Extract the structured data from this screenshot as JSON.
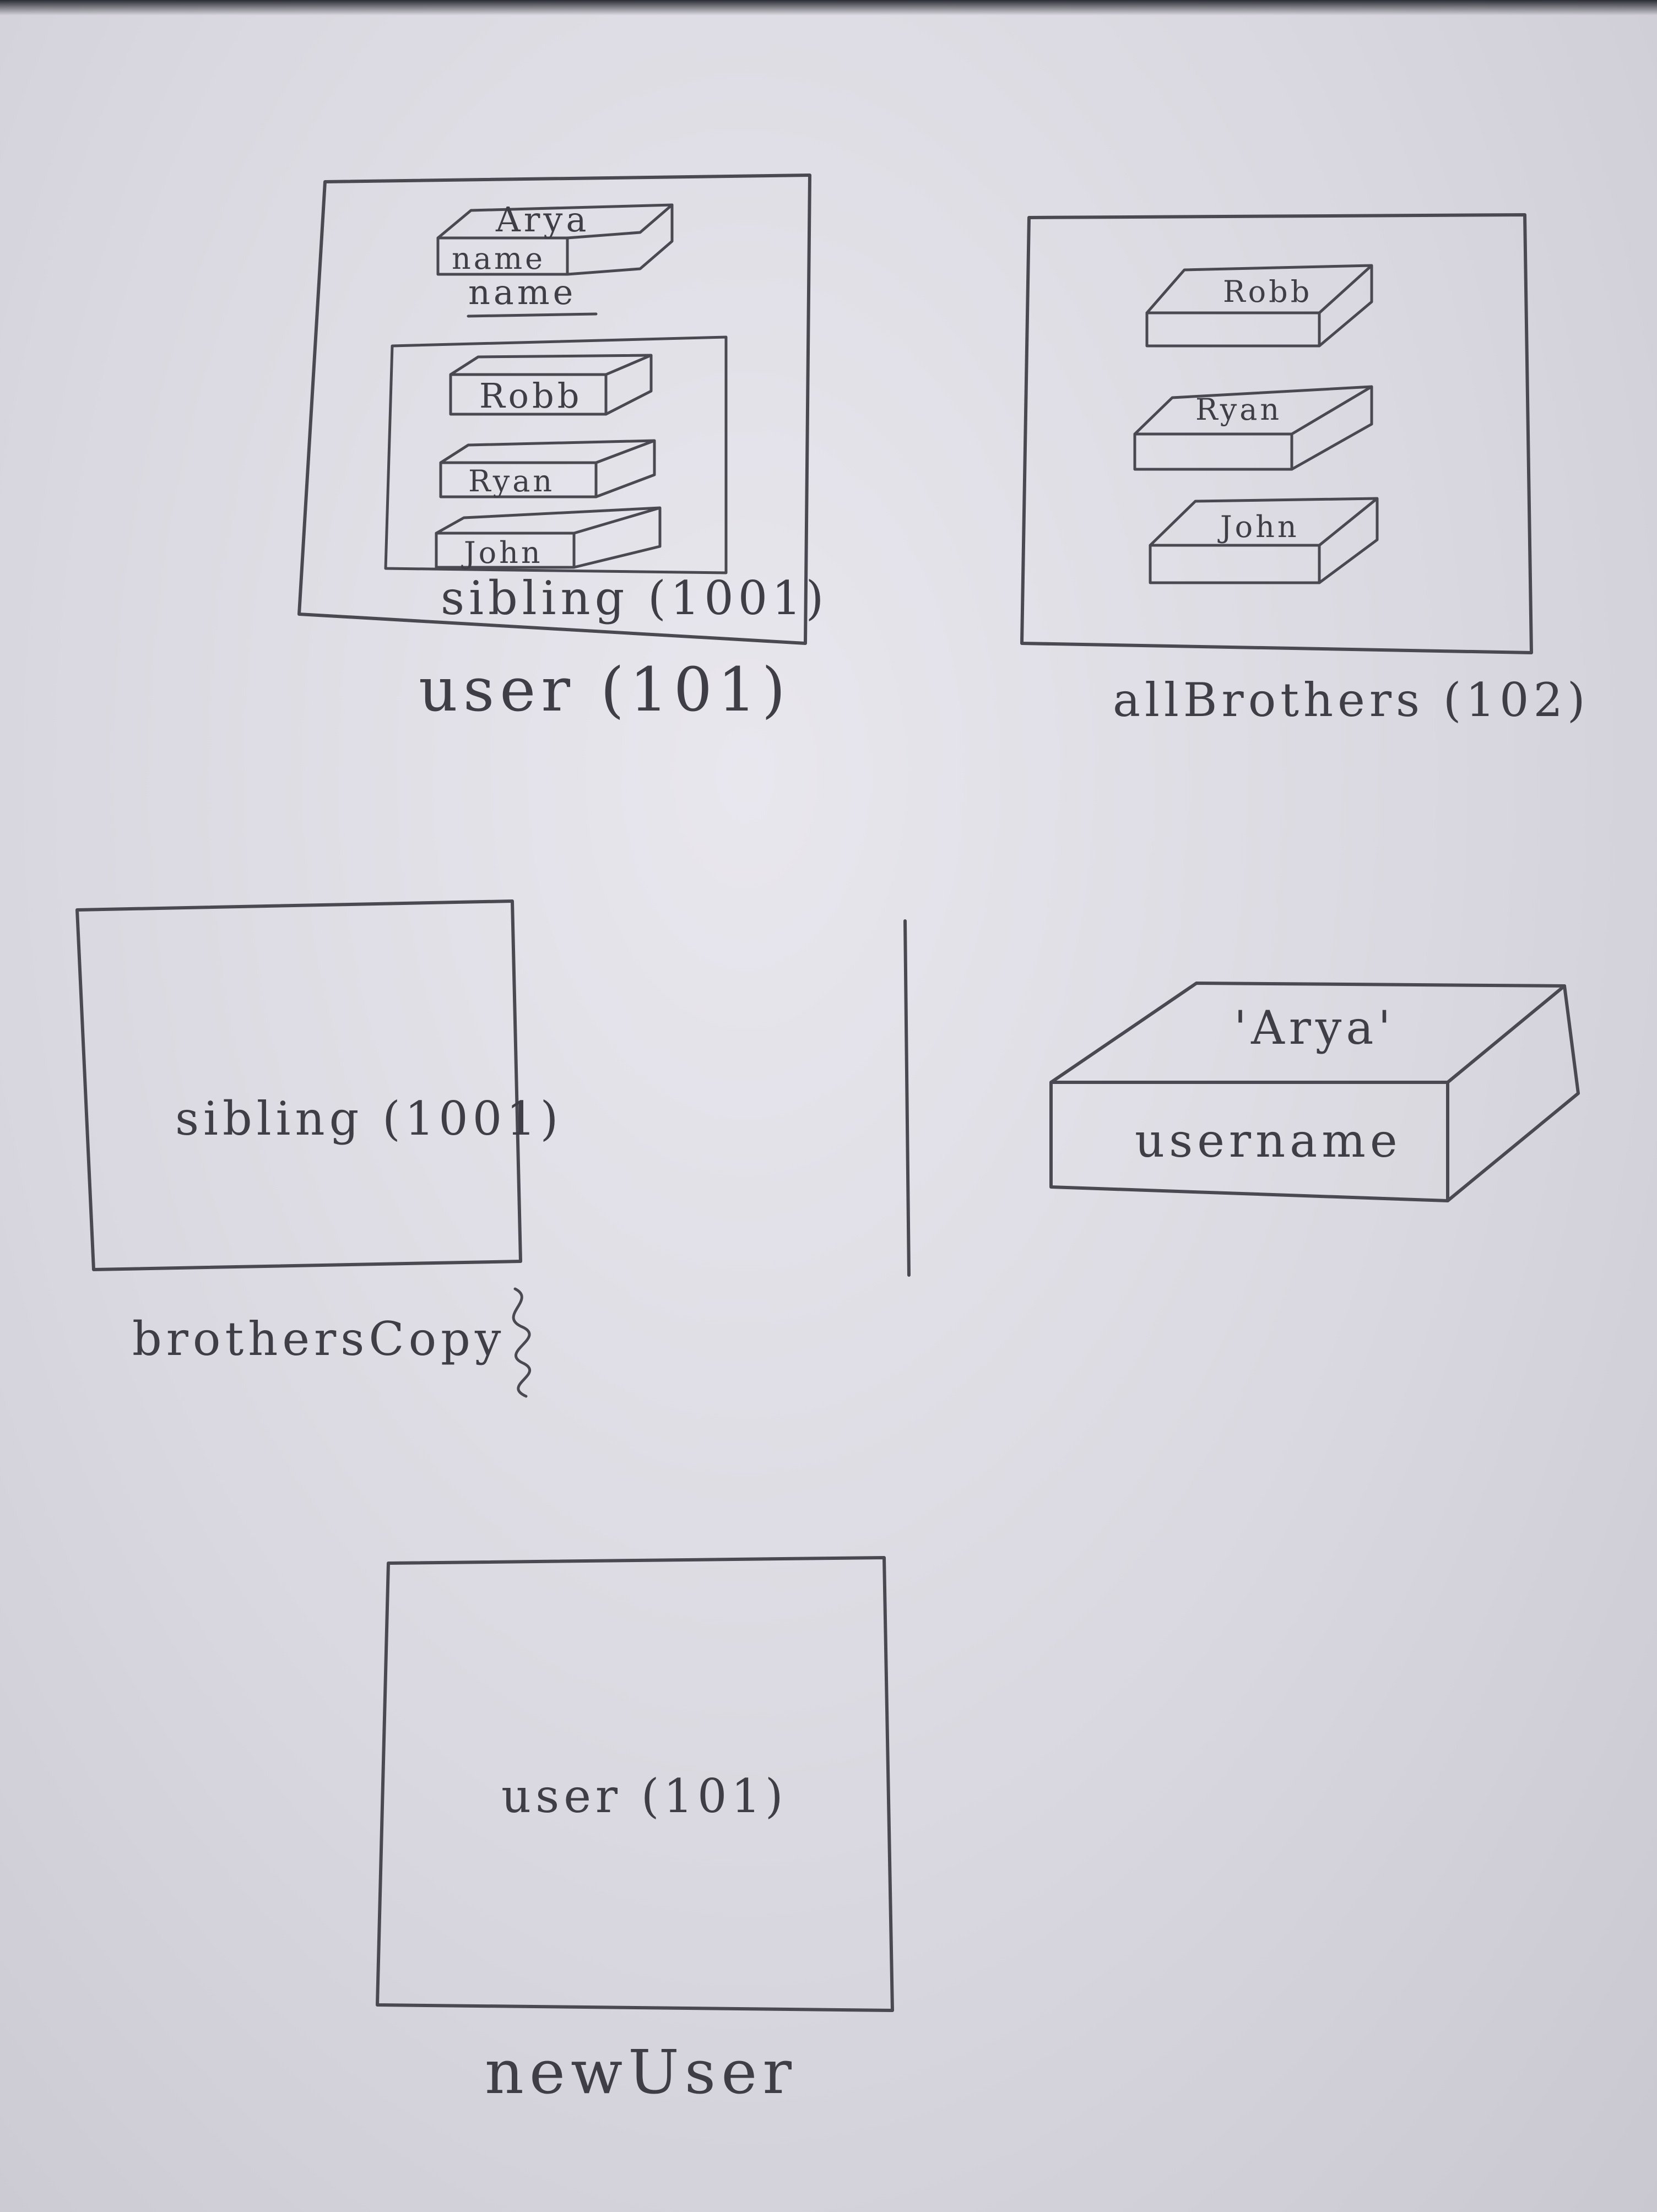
{
  "user_box": {
    "name_value": "Arya",
    "name_face": "name",
    "name_caption": "name",
    "items": [
      "Robb",
      "Ryan",
      "John"
    ],
    "inner_caption": "sibling (1001)",
    "caption": "user (101)"
  },
  "brothers_box": {
    "items": [
      "Robb",
      "Ryan",
      "John"
    ],
    "caption": "allBrothers (102)"
  },
  "copy_box": {
    "content": "sibling (1001)",
    "caption": "brothersCopy"
  },
  "username_block": {
    "value": "'Arya'",
    "face": "username"
  },
  "new_user_box": {
    "content": "user (101)",
    "caption": "newUser"
  }
}
